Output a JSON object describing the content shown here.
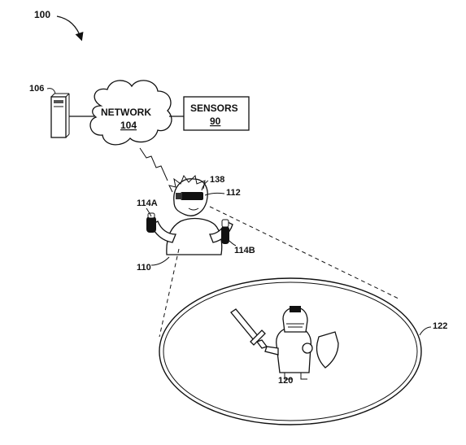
{
  "figure": {
    "ref_main": "100",
    "server": {
      "ref": "106"
    },
    "network": {
      "name": "NETWORK",
      "ref": "104"
    },
    "sensors": {
      "name": "SENSORS",
      "ref": "90"
    },
    "user": {
      "ref_user": "110",
      "ref_headset": "112",
      "ref_headset_sensor": "138",
      "ref_controller_left": "114A",
      "ref_controller_right": "114B"
    },
    "virtual_environment": {
      "ref": "122"
    },
    "avatar": {
      "ref": "120"
    }
  }
}
